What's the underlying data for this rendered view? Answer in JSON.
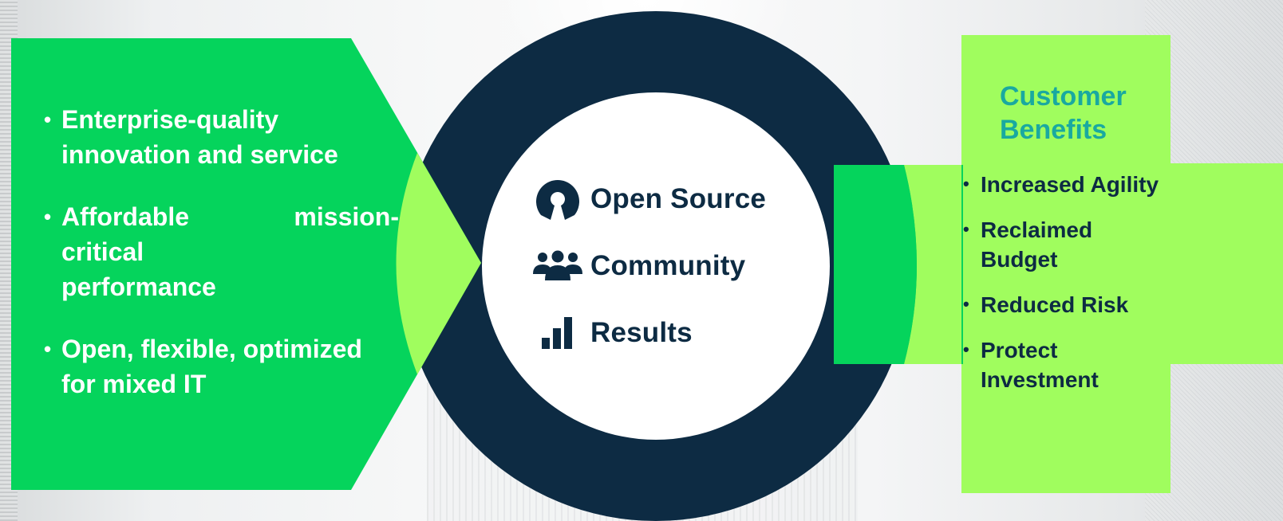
{
  "left_panel": {
    "items": [
      {
        "text": "Enterprise-quality innovation and service"
      },
      {
        "text_line1_left": "Affordable",
        "text_line1_right": "mission-",
        "text_rest": "critical performance"
      },
      {
        "text": "Open, flexible, optimized for mixed IT"
      }
    ]
  },
  "center": {
    "items": [
      {
        "label": "Open Source",
        "icon": "open-source-icon"
      },
      {
        "label": "Community",
        "icon": "community-icon"
      },
      {
        "label": "Results",
        "icon": "bar-chart-icon"
      }
    ]
  },
  "right_panel": {
    "title": "Customer Benefits",
    "items": [
      {
        "text": "Increased Agility"
      },
      {
        "text": "Reclaimed Budget"
      },
      {
        "text": "Reduced Risk"
      },
      {
        "text": "Protect Investment"
      }
    ]
  },
  "colors": {
    "green": "#05d45c",
    "lime": "#a0fd5e",
    "navy": "#0d2b43",
    "teal": "#19a9a0",
    "white": "#ffffff"
  }
}
